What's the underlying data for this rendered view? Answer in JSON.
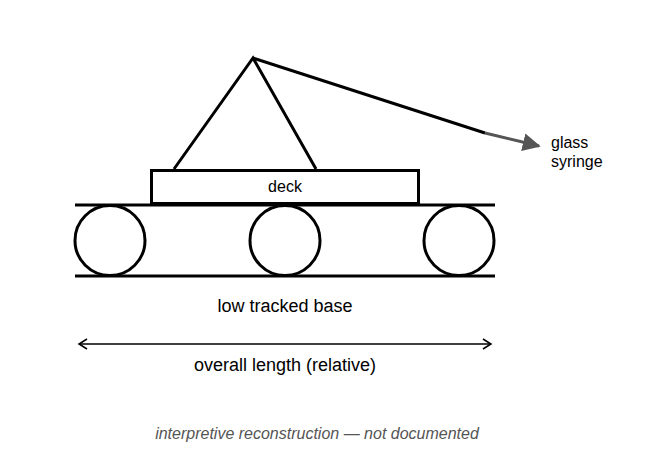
{
  "diagram": {
    "caption": "interpretive reconstruction — not documented",
    "nodes": [
      {
        "text": [
          "deck"
        ]
      }
    ],
    "labels": [
      "glass syringe",
      "low tracked base",
      "overall length (relative)"
    ]
  }
}
